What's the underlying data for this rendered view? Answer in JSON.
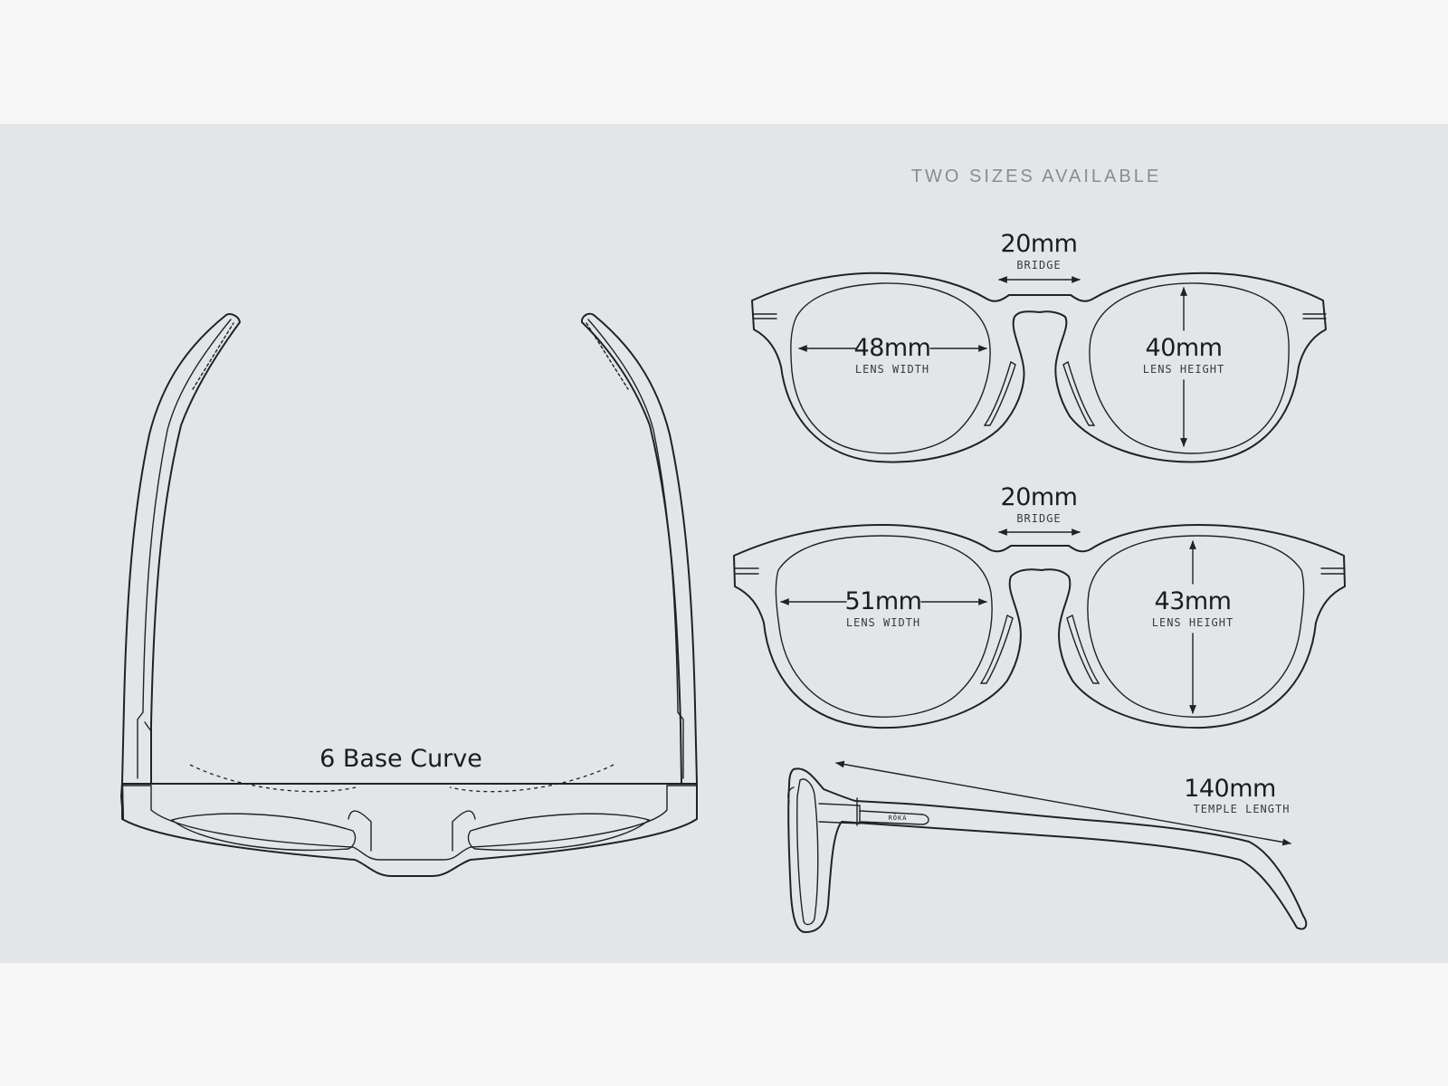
{
  "heading": "TWO SIZES AVAILABLE",
  "top_view": {
    "curve_label": "6 Base Curve"
  },
  "size_small": {
    "bridge": {
      "value": "20mm",
      "label": "BRIDGE"
    },
    "lens_width": {
      "value": "48mm",
      "label": "LENS WIDTH"
    },
    "lens_height": {
      "value": "40mm",
      "label": "LENS HEIGHT"
    }
  },
  "size_large": {
    "bridge": {
      "value": "20mm",
      "label": "BRIDGE"
    },
    "lens_width": {
      "value": "51mm",
      "label": "LENS WIDTH"
    },
    "lens_height": {
      "value": "43mm",
      "label": "LENS HEIGHT"
    }
  },
  "side_view": {
    "brand": "RŌKA",
    "temple": {
      "value": "140mm",
      "label": "TEMPLE LENGTH"
    }
  },
  "colors": {
    "band": "#e3e6e8",
    "page": "#f6f6f6",
    "line": "#222222",
    "heading": "#8a8c8e"
  }
}
